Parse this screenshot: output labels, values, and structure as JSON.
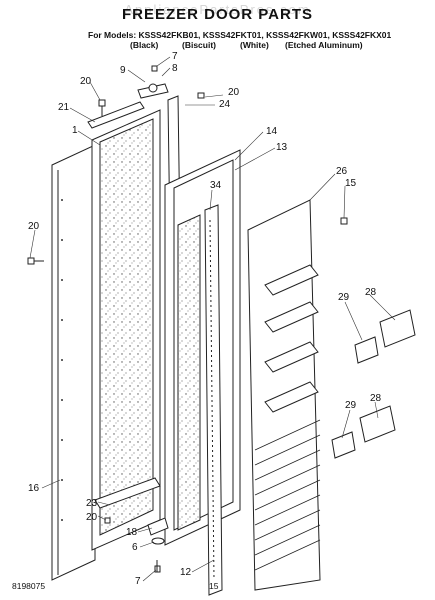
{
  "header": {
    "watermark": "AppliancePartsPros.com",
    "title": "FREEZER DOOR PARTS",
    "models_line": "For Models: KSSS42FKB01, KSSS42FKT01, KSSS42FKW01, KSSS42FKX01",
    "colors": [
      "(Black)",
      "(Biscuit)",
      "(White)",
      "(Etched Aluminum)"
    ]
  },
  "callouts": {
    "c7a": "7",
    "c8": "8",
    "c9": "9",
    "c20a": "20",
    "c20b": "20",
    "c21": "21",
    "c1": "1",
    "c24": "24",
    "c14": "14",
    "c13": "13",
    "c34": "34",
    "c26": "26",
    "c15": "15",
    "c20c": "20",
    "c29a": "29",
    "c28a": "28",
    "c29b": "29",
    "c28b": "28",
    "c16": "16",
    "c23": "23",
    "c20d": "20",
    "c18": "18",
    "c6": "6",
    "c7b": "7",
    "c12": "12"
  },
  "footer": {
    "doc_number": "8198075",
    "page_number": "15"
  }
}
